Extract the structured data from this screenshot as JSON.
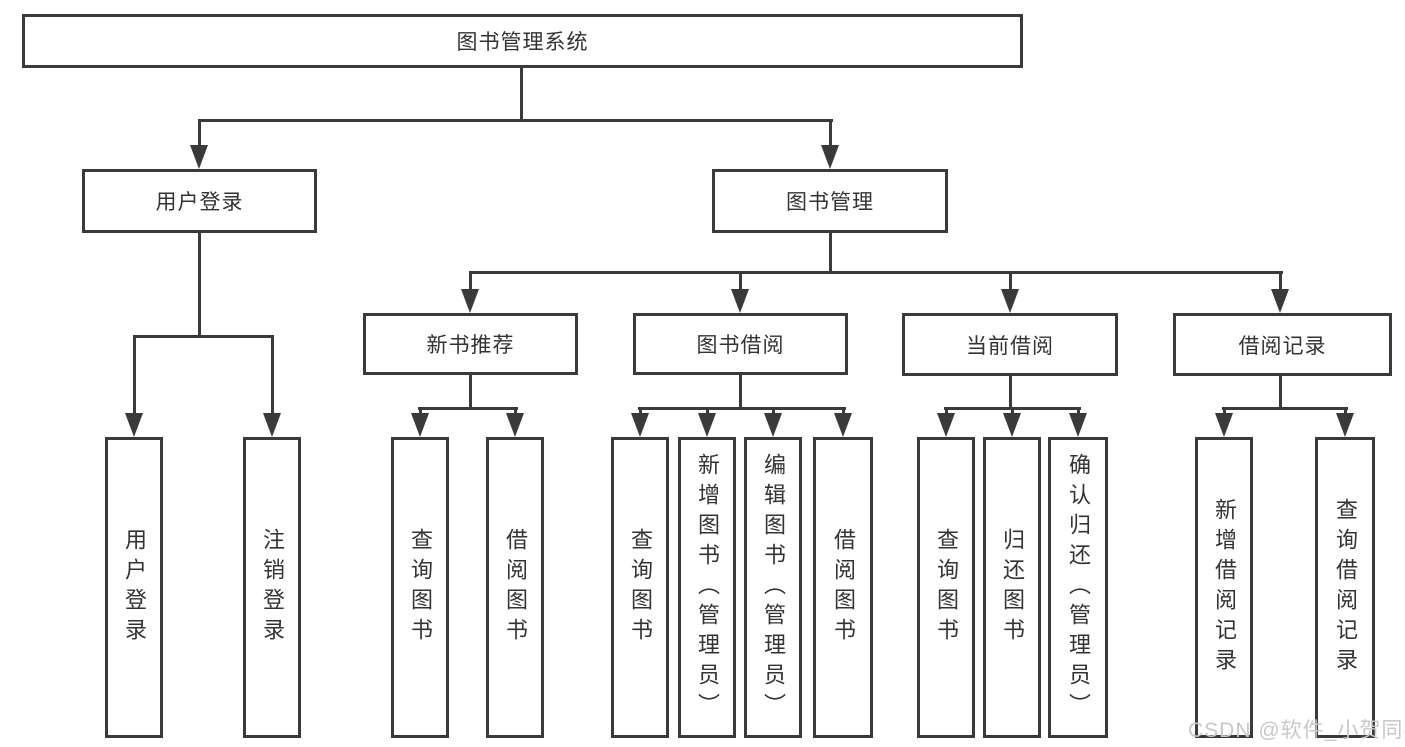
{
  "diagram": {
    "root": {
      "label": "图书管理系统"
    },
    "branches": [
      {
        "label": "用户登录",
        "children": [
          {
            "label": "用户登录"
          },
          {
            "label": "注销登录"
          }
        ]
      },
      {
        "label": "图书管理",
        "children": [
          {
            "label": "新书推荐",
            "children": [
              {
                "label": "查询图书"
              },
              {
                "label": "借阅图书"
              }
            ]
          },
          {
            "label": "图书借阅",
            "children": [
              {
                "label": "查询图书"
              },
              {
                "label": "新增图书（管理员）"
              },
              {
                "label": "编辑图书（管理员）"
              },
              {
                "label": "借阅图书"
              }
            ]
          },
          {
            "label": "当前借阅",
            "children": [
              {
                "label": "查询图书"
              },
              {
                "label": "归还图书"
              },
              {
                "label": "确认归还（管理员）"
              }
            ]
          },
          {
            "label": "借阅记录",
            "children": [
              {
                "label": "新增借阅记录"
              },
              {
                "label": "查询借阅记录"
              }
            ]
          }
        ]
      }
    ]
  },
  "watermark": {
    "text": "CSDN @软件_小贺同学"
  },
  "colors": {
    "line": "#3a3a3a",
    "text": "#333333",
    "background": "#ffffff",
    "watermark": "#c8c8c8"
  }
}
